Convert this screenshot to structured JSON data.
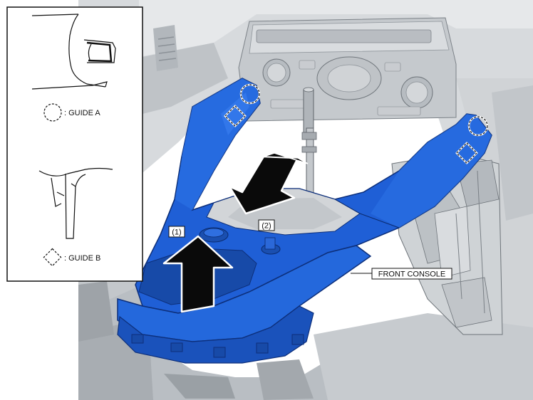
{
  "callout": {
    "step_1": "(1)",
    "step_2": "(2)",
    "front_console": "FRONT CONSOLE"
  },
  "legend": {
    "guide_a": ": GUIDE A",
    "guide_b": ": GUIDE B"
  },
  "colors": {
    "console_blue": "#1f5fd6",
    "console_blue_dark": "#123f9e",
    "dash_gray": "#c9cdd2",
    "shadow_gray": "#8e949a",
    "arrow_black": "#0a0a0a",
    "line_art": "#111111"
  }
}
